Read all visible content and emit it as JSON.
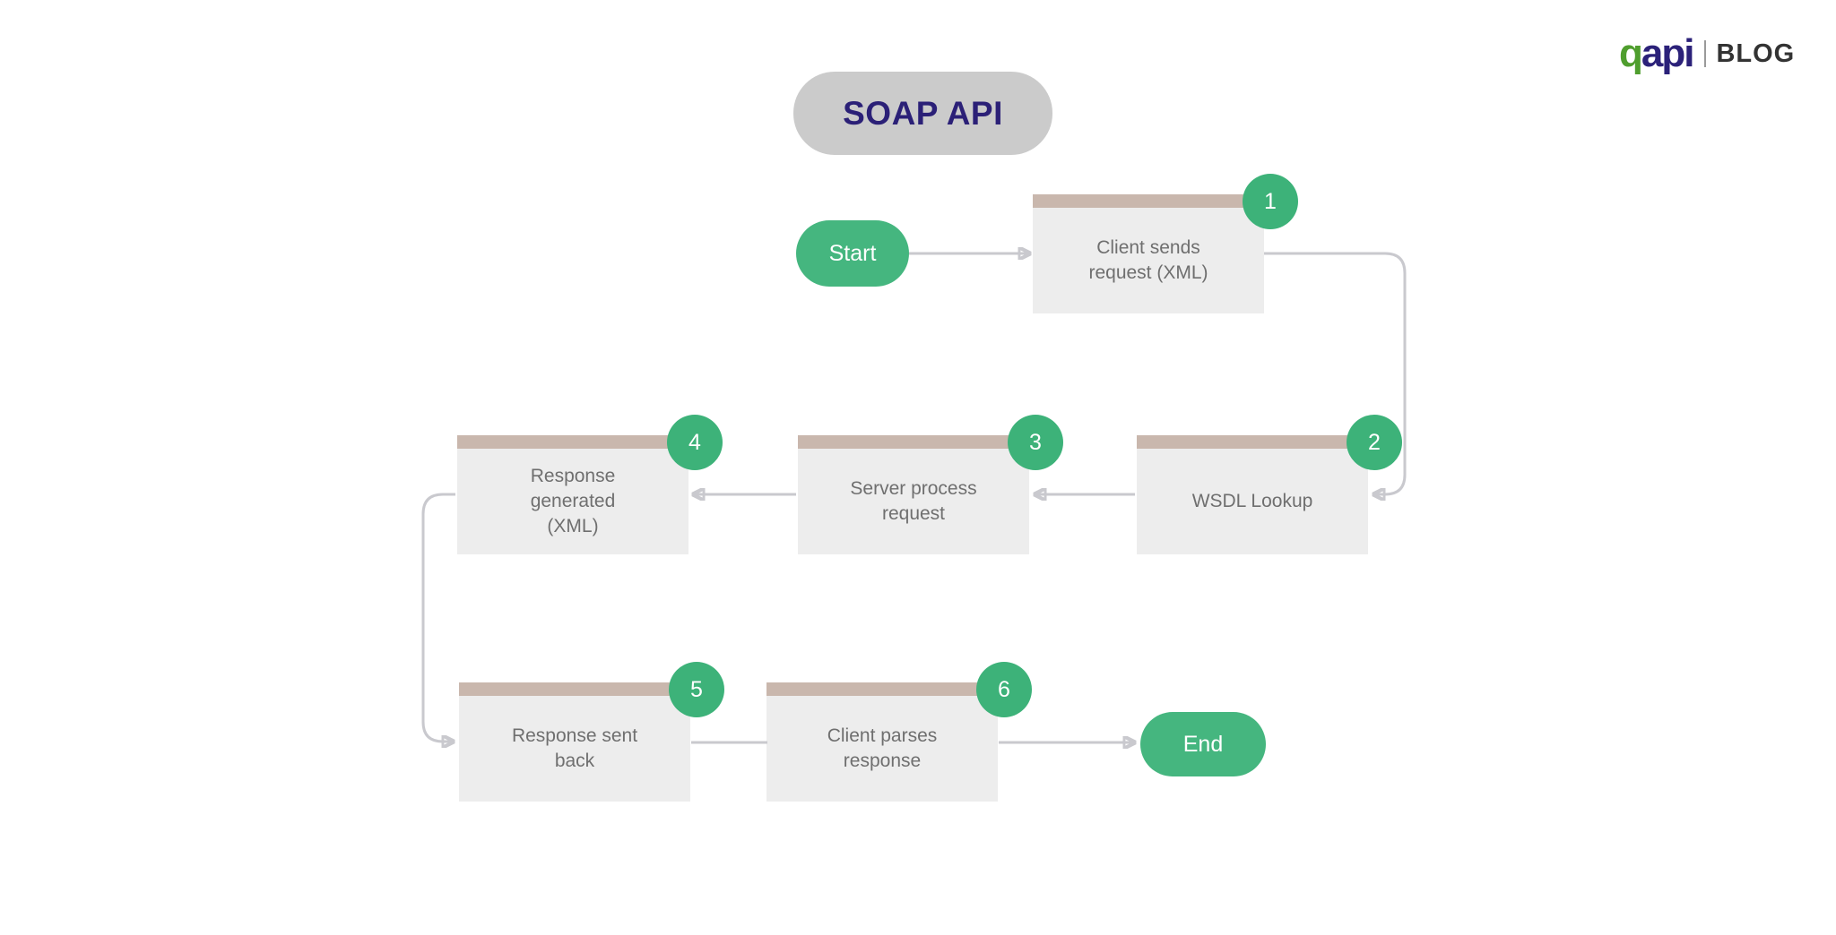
{
  "logo": {
    "brand_first_letter": "q",
    "brand_rest": "api",
    "blog_label": "BLOG",
    "brand_green": "#4f9e2e",
    "brand_navy": "#2b2179",
    "blog_color": "#333333"
  },
  "title": {
    "label": "SOAP API",
    "bg": "#cbcbcb",
    "text_color": "#2b2077"
  },
  "flow": {
    "start_label": "Start",
    "end_label": "End",
    "colors": {
      "pill_green": "#45b67f",
      "badge_green": "#3db279",
      "box_bg": "#ededed",
      "box_top_bar": "#c9b7ad",
      "box_text": "#6f6f6f",
      "connector": "#c9c9ce"
    },
    "steps": [
      {
        "number": "1",
        "label": "Client sends\nrequest (XML)"
      },
      {
        "number": "2",
        "label": "WSDL Lookup"
      },
      {
        "number": "3",
        "label": "Server process\nrequest"
      },
      {
        "number": "4",
        "label": "Response\ngenerated\n(XML)"
      },
      {
        "number": "5",
        "label": "Response sent\nback"
      },
      {
        "number": "6",
        "label": "Client parses\nresponse"
      }
    ]
  }
}
